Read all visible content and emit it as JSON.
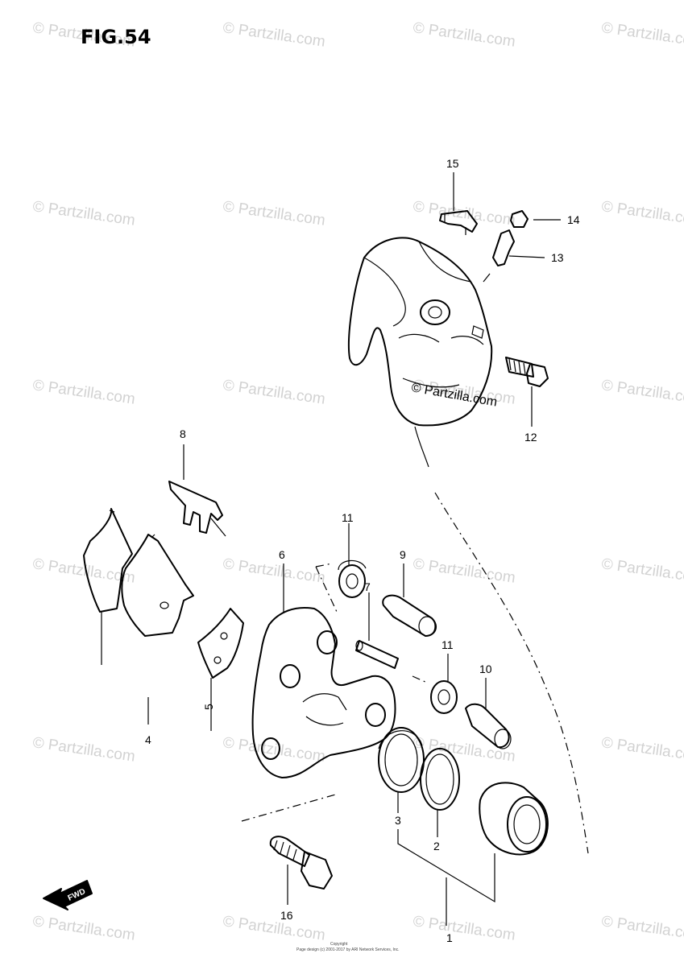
{
  "figure": {
    "title": "FIG.54"
  },
  "watermark": {
    "text": "© Partzilla.com",
    "center_text": "© Partzilla.com"
  },
  "callouts": [
    {
      "id": "1",
      "label": "1"
    },
    {
      "id": "2",
      "label": "2"
    },
    {
      "id": "3",
      "label": "3"
    },
    {
      "id": "4",
      "label": "4"
    },
    {
      "id": "5",
      "label": "5"
    },
    {
      "id": "6",
      "label": "6"
    },
    {
      "id": "7",
      "label": "7"
    },
    {
      "id": "8",
      "label": "8"
    },
    {
      "id": "9",
      "label": "9"
    },
    {
      "id": "10",
      "label": "10"
    },
    {
      "id": "11a",
      "label": "11"
    },
    {
      "id": "11b",
      "label": "11"
    },
    {
      "id": "12",
      "label": "12"
    },
    {
      "id": "13",
      "label": "13"
    },
    {
      "id": "14",
      "label": "14"
    },
    {
      "id": "15",
      "label": "15"
    },
    {
      "id": "16",
      "label": "16"
    }
  ],
  "direction_marker": {
    "label": "FWD"
  },
  "footer": {
    "line1": "Copyright",
    "line2": "Page design (c) 2001-2017 by ARI Network Services, Inc."
  }
}
